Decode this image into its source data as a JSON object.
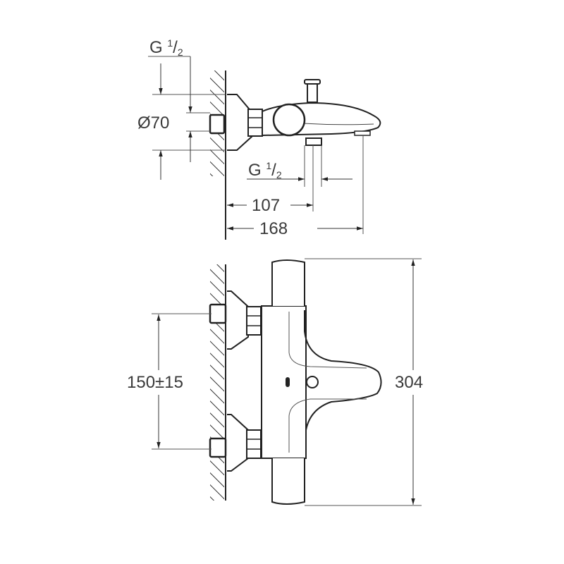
{
  "diagram": {
    "type": "technical-dimension-drawing",
    "subject": "wall-mounted thermostatic bath mixer",
    "line_color": "#2b2b2b",
    "dim_color": "#4a4a4a",
    "views": [
      {
        "name": "side-view",
        "dimensions": {
          "inlet_thread": {
            "prefix": "G",
            "num": "1",
            "slash": "/",
            "den": "2"
          },
          "escutcheon_diameter": "Ø70",
          "outlet_thread": {
            "prefix": "G",
            "num": "1",
            "slash": "/",
            "den": "2"
          },
          "outlet_distance": "107",
          "spout_projection": "168"
        }
      },
      {
        "name": "front-view",
        "dimensions": {
          "inlet_centers": "150±15",
          "body_length": "304"
        }
      }
    ]
  }
}
